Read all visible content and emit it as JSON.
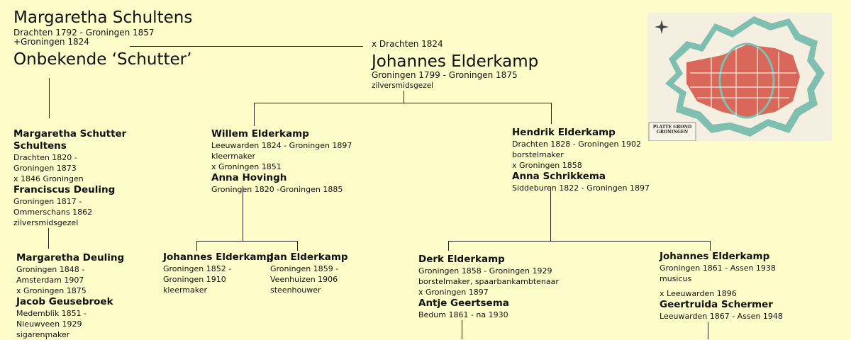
{
  "root": {
    "mother": {
      "name": "Margaretha Schultens",
      "dates": "Drachten 1792 - Groningen 1857",
      "note": "+Groningen 1824"
    },
    "unknown_partner": "Onbekende ‘Schutter’",
    "marriage": "x Drachten 1824",
    "husband": {
      "name": "Johannes Elderkamp",
      "dates": "Groningen 1799 - Groningen 1875",
      "occupation": "zilversmidsgezel"
    }
  },
  "generation2": [
    {
      "lines": [
        {
          "t": "nm",
          "v": "Margaretha Schutter"
        },
        {
          "t": "nm",
          "v": "Schultens"
        },
        {
          "t": "dt",
          "v": "Drachten 1820 -"
        },
        {
          "t": "dt",
          "v": "Groningen 1873"
        },
        {
          "t": "dt",
          "v": "x 1846 Groningen"
        },
        {
          "t": "nm",
          "v": "Franciscus Deuling"
        },
        {
          "t": "dt",
          "v": "Groningen 1817 -"
        },
        {
          "t": "dt",
          "v": "Ommerschans 1862"
        },
        {
          "t": "dt",
          "v": "zilversmidsgezel"
        }
      ]
    },
    {
      "lines": [
        {
          "t": "nm",
          "v": "Willem Elderkamp"
        },
        {
          "t": "dt",
          "v": "Leeuwarden 1824 - Groningen 1897"
        },
        {
          "t": "dt",
          "v": "kleermaker"
        },
        {
          "t": "dt",
          "v": "x Groningen 1851"
        },
        {
          "t": "nm",
          "v": "Anna Hovingh"
        },
        {
          "t": "dt",
          "v": "Groningen 1820 -Groningen 1885"
        }
      ]
    },
    {
      "lines": [
        {
          "t": "nm",
          "v": "Hendrik Elderkamp"
        },
        {
          "t": "dt",
          "v": "Drachten 1828 - Groningen 1902"
        },
        {
          "t": "dt",
          "v": "borstelmaker"
        },
        {
          "t": "dt",
          "v": "x Groningen 1858"
        },
        {
          "t": "nm",
          "v": "Anna Schrikkema"
        },
        {
          "t": "dt",
          "v": "Siddeburen 1822 - Groningen 1897"
        }
      ]
    }
  ],
  "generation3": [
    {
      "lines": [
        {
          "t": "nm",
          "v": "Margaretha Deuling"
        },
        {
          "t": "dt",
          "v": "Groningen 1848 -"
        },
        {
          "t": "dt",
          "v": "Amsterdam 1907"
        },
        {
          "t": "dt",
          "v": "x Groningen 1875"
        },
        {
          "t": "nm",
          "v": "Jacob Geusebroek"
        },
        {
          "t": "dt",
          "v": "Medemblik 1851 -"
        },
        {
          "t": "dt",
          "v": "Nieuwveen 1929"
        },
        {
          "t": "dt",
          "v": "sigarenmaker"
        }
      ]
    },
    {
      "lines": [
        {
          "t": "nm",
          "v": "Johannes Elderkamp"
        },
        {
          "t": "dt",
          "v": "Groningen 1852 -"
        },
        {
          "t": "dt",
          "v": "Groningen 1910"
        },
        {
          "t": "dt",
          "v": "kleermaker"
        }
      ]
    },
    {
      "lines": [
        {
          "t": "nm",
          "v": "Jan Elderkamp"
        },
        {
          "t": "dt",
          "v": "Groningen 1859 -"
        },
        {
          "t": "dt",
          "v": "Veenhuizen 1906"
        },
        {
          "t": "dt",
          "v": "steenhouwer"
        }
      ]
    },
    {
      "lines": [
        {
          "t": "nm",
          "v": "Derk Elderkamp"
        },
        {
          "t": "dt",
          "v": "Groningen 1858 - Groningen 1929"
        },
        {
          "t": "dt",
          "v": "borstelmaker, spaarbankambtenaar"
        },
        {
          "t": "dt",
          "v": "x Groningen 1897"
        },
        {
          "t": "nm",
          "v": "Antje Geertsema"
        },
        {
          "t": "dt",
          "v": "Bedum 1861 - na 1930"
        }
      ]
    },
    {
      "lines": [
        {
          "t": "nm",
          "v": "Johannes Elderkamp"
        },
        {
          "t": "dt",
          "v": "Groningen 1861 - Assen 1938"
        },
        {
          "t": "dt",
          "v": "musicus"
        },
        {
          "t": "dt",
          "v": ""
        },
        {
          "t": "dt",
          "v": "x Leeuwarden 1896"
        },
        {
          "t": "nm",
          "v": "Geertruida Schermer"
        },
        {
          "t": "dt",
          "v": "Leeuwarden 1867 - Assen 1948"
        }
      ]
    }
  ],
  "map": {
    "caption": "PLATTE GROND GRONINGEN",
    "colors": {
      "blocks": "#d9685a",
      "water": "#7fbfb0",
      "paper": "#f4efe0"
    }
  },
  "colors": {
    "background": "#fefdc9",
    "lines": "#222222"
  }
}
